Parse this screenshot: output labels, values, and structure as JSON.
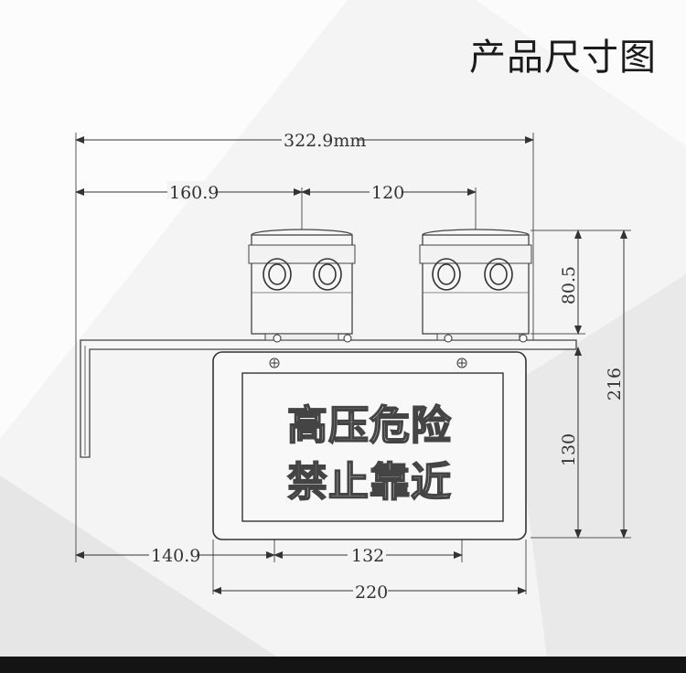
{
  "title": "产品尺寸图",
  "sign": {
    "line1": "高压危险",
    "line2": "禁止靠近"
  },
  "dimensions": {
    "total_width": "322.9mm",
    "left_to_lamp": "160.9",
    "lamp_spacing": "120",
    "lamp_height": "80.5",
    "total_height": "216",
    "sign_height": "130",
    "left_to_screw": "140.9",
    "screw_spacing": "132",
    "sign_width": "220"
  }
}
